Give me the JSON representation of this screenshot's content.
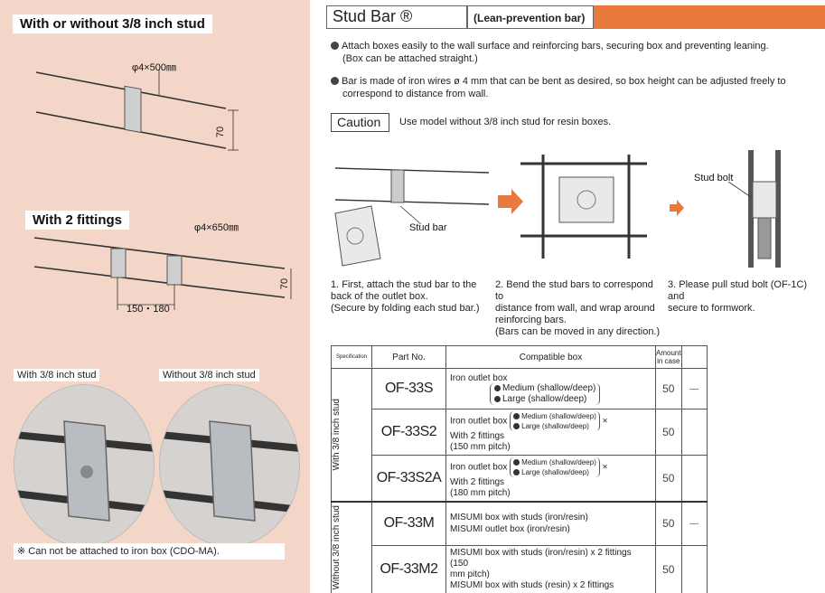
{
  "left": {
    "label_stud": "With or without 3/8 inch stud",
    "dim_wire_1": "φ4×500㎜",
    "dim_height_1": "70",
    "label_fittings": "With 2 fittings",
    "dim_wire_2": "φ4×650㎜",
    "dim_height_2": "70",
    "dim_pitch": "150・180",
    "photo_with_caption": "With 3/8 inch stud",
    "photo_without_caption": "Without 3/8 inch stud",
    "note": "※ Can not be attached to iron box (CDO-MA)."
  },
  "header": {
    "title": "Stud Bar ®",
    "subtitle": "(Lean-prevention bar)",
    "accent_color": "#e87a3e"
  },
  "bullets": [
    {
      "line1": "Attach boxes easily to the wall surface and reinforcing bars, securing box and preventing leaning.",
      "line2": "(Box can be attached straight.)"
    },
    {
      "line1": "Bar is made of iron wires ø 4 mm that can be bent as desired, so box height can be adjusted freely to",
      "line2": "correspond to distance from wall."
    }
  ],
  "caution": {
    "label": "Caution",
    "text": "Use model without 3/8 inch stud for resin boxes."
  },
  "diagram": {
    "stud_bar_label": "Stud bar",
    "stud_bolt_label": "Stud bolt"
  },
  "steps": [
    {
      "l1": "1. First, attach the stud bar to the",
      "l2": "back of the outlet box.",
      "l3": "(Secure by folding each stud bar.)",
      "l4": ""
    },
    {
      "l1": "2. Bend the stud bars to correspond to",
      "l2": "distance from wall, and wrap around",
      "l3": "reinforcing bars.",
      "l4": "(Bars can be moved in any direction.)"
    },
    {
      "l1": "3. Please pull stud bolt (OF-1C) and",
      "l2": "secure to formwork.",
      "l3": "",
      "l4": ""
    }
  ],
  "table": {
    "headers": {
      "spec": "Specification",
      "part": "Part No.",
      "compat": "Compatible box",
      "amount_1": "Amount",
      "amount_2": "in case"
    },
    "group_with": "With 3/8 inch stud",
    "group_without": "Without 3/8 inch stud",
    "rows": [
      {
        "part": "OF-33S",
        "box": "Iron outlet box",
        "opt1": "Medium (shallow/deep)",
        "opt2": "Large (shallow/deep)",
        "fit1": "",
        "fit2": "",
        "amount": "50",
        "extra": "—"
      },
      {
        "part": "OF-33S2",
        "box": "Iron outlet box",
        "opt1": "Medium (shallow/deep)",
        "opt2": "Large (shallow/deep)",
        "fit1": "With 2 fittings",
        "fit2": "(150 mm pitch)",
        "amount": "50",
        "extra": ""
      },
      {
        "part": "OF-33S2A",
        "box": "Iron outlet box",
        "opt1": "Medium (shallow/deep)",
        "opt2": "Large (shallow/deep)",
        "fit1": "With 2 fittings",
        "fit2": "(180 mm pitch)",
        "amount": "50",
        "extra": ""
      },
      {
        "part": "OF-33M",
        "line1": "MISUMI box with studs (iron/resin)",
        "line2": "MISUMI outlet box (iron/resin)",
        "amount": "50",
        "extra": "—"
      },
      {
        "part": "OF-33M2",
        "line1": "MISUMI box with studs (iron/resin) x 2 fittings (150",
        "line2": "mm pitch)",
        "line3": "MISUMI box with studs (resin) x 2 fittings",
        "amount": "50",
        "extra": ""
      }
    ],
    "times": "×"
  }
}
